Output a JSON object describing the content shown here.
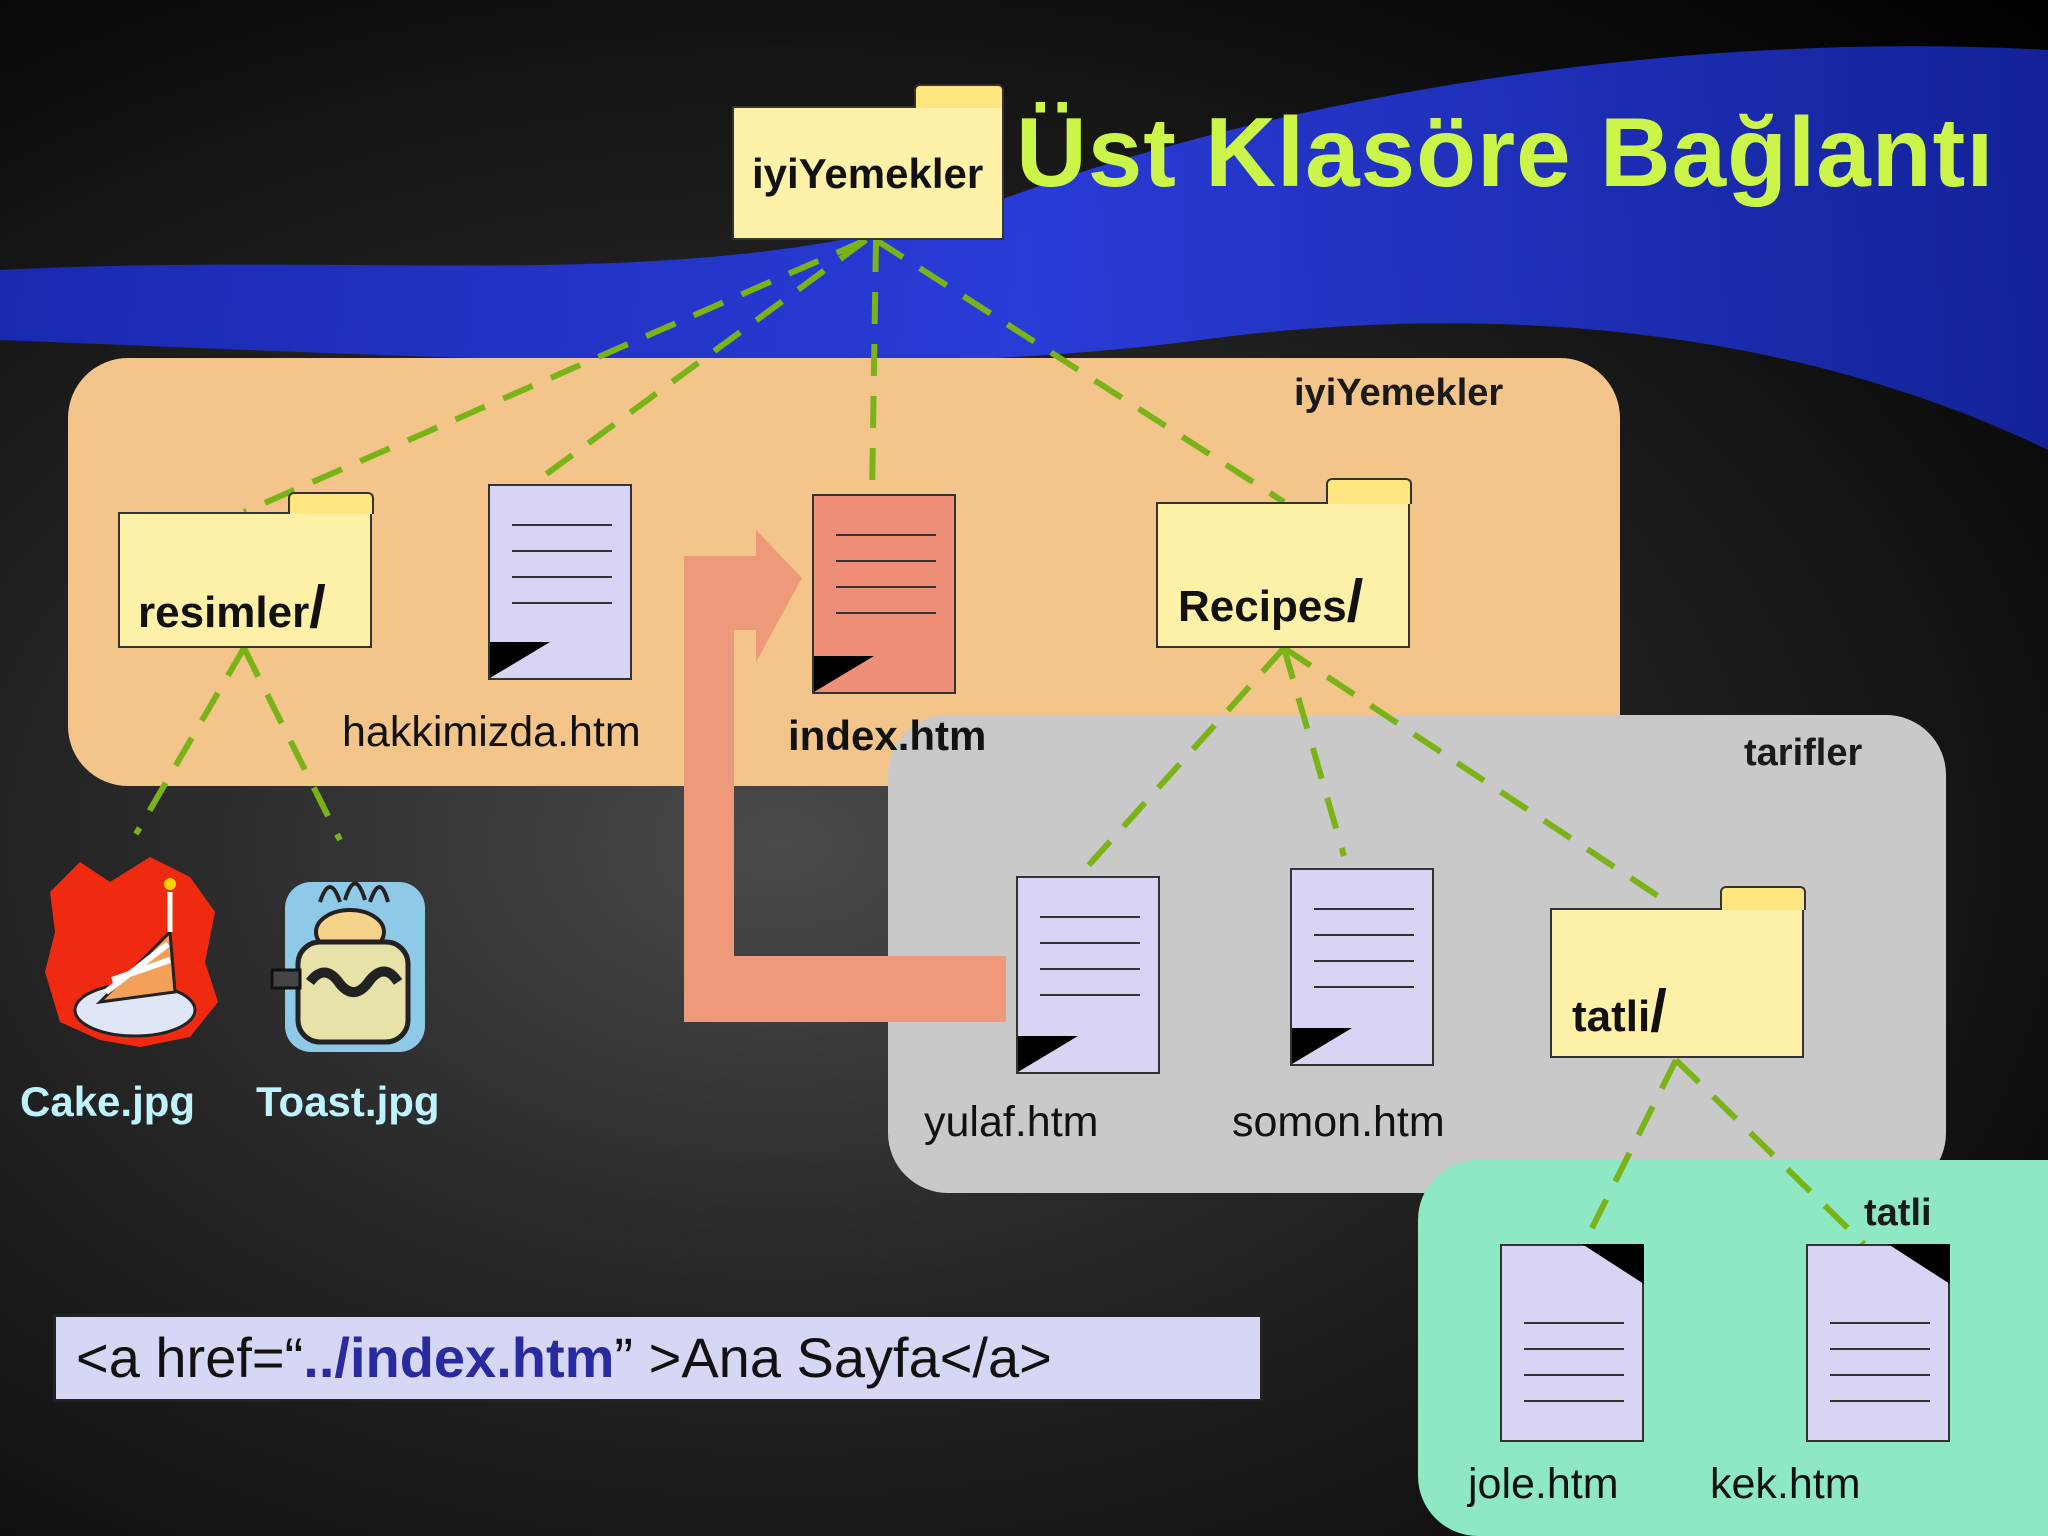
{
  "title": "Üst Klasöre Bağlantı",
  "colors": {
    "folder_fill": "#fff2a8",
    "doc_fill": "#d7d4f4",
    "active_doc_fill": "#ef8f78",
    "connector": "#7ab317",
    "arrow": "#ee9a7a",
    "region_iyiyemekler": "#f4c58a",
    "region_tarifler": "#c9c9c9",
    "region_tatli": "#8ee8c4",
    "title": "#ccf54a"
  },
  "root_folder": {
    "label": "iyiYemekler"
  },
  "regions": {
    "iyiyemekler": "iyiYemekler",
    "tarifler": "tarifler",
    "tatli": "tatli"
  },
  "folders": {
    "resimler": {
      "name": "resimler",
      "slash": "/"
    },
    "recipes": {
      "name": "Recipes",
      "slash": "/"
    },
    "tatli": {
      "name": "tatli",
      "slash": "/"
    }
  },
  "files": {
    "hakkimizda": "hakkimizda.htm",
    "index": "index.htm",
    "yulaf": "yulaf.htm",
    "somon": "somon.htm",
    "jole": "jole.htm",
    "kek": "kek.htm"
  },
  "images": {
    "cake": "Cake.jpg",
    "toast": "Toast.jpg"
  },
  "code": {
    "prefix": "<a href=“",
    "href": "../index.htm",
    "suffix": "” >Ana Sayfa</a>"
  }
}
